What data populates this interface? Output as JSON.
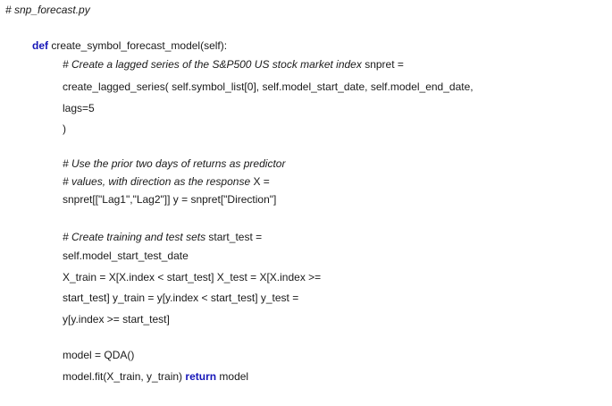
{
  "file_comment": "# snp_forecast.py",
  "def_keyword": "def",
  "def_signature": " create_symbol_forecast_model(self):",
  "comment_1": "# Create a lagged series of the S&P500 US stock market index",
  "line_snpret": " snpret =",
  "line_call": "create_lagged_series( self.symbol_list[0], self.model_start_date, self.model_end_date,",
  "line_lags": "lags=5",
  "line_paren": ")",
  "comment_2a": "# Use the prior two days of returns as predictor",
  "comment_2b": "# values, with direction as the response",
  "line_x_eq": " X =",
  "line_snpret_xy": "snpret[[\"Lag1\",\"Lag2\"]] y = snpret[\"Direction\"]",
  "comment_3": "# Create training and test sets",
  "line_start_test": " start_test =",
  "line_model_start": "self.model_start_test_date",
  "line_xtrain": "X_train = X[X.index < start_test] X_test = X[X.index >=",
  "line_ytrain": "start_test] y_train = y[y.index < start_test] y_test =",
  "line_ytest": "y[y.index >= start_test]",
  "line_model": "model = QDA()",
  "line_fit": "model.fit(X_train, y_train)",
  "return_keyword": "return",
  "line_return_rest": " model",
  "colors": {
    "keyword": "#1515b8",
    "text": "#1a1a1a",
    "background": "#ffffff"
  }
}
